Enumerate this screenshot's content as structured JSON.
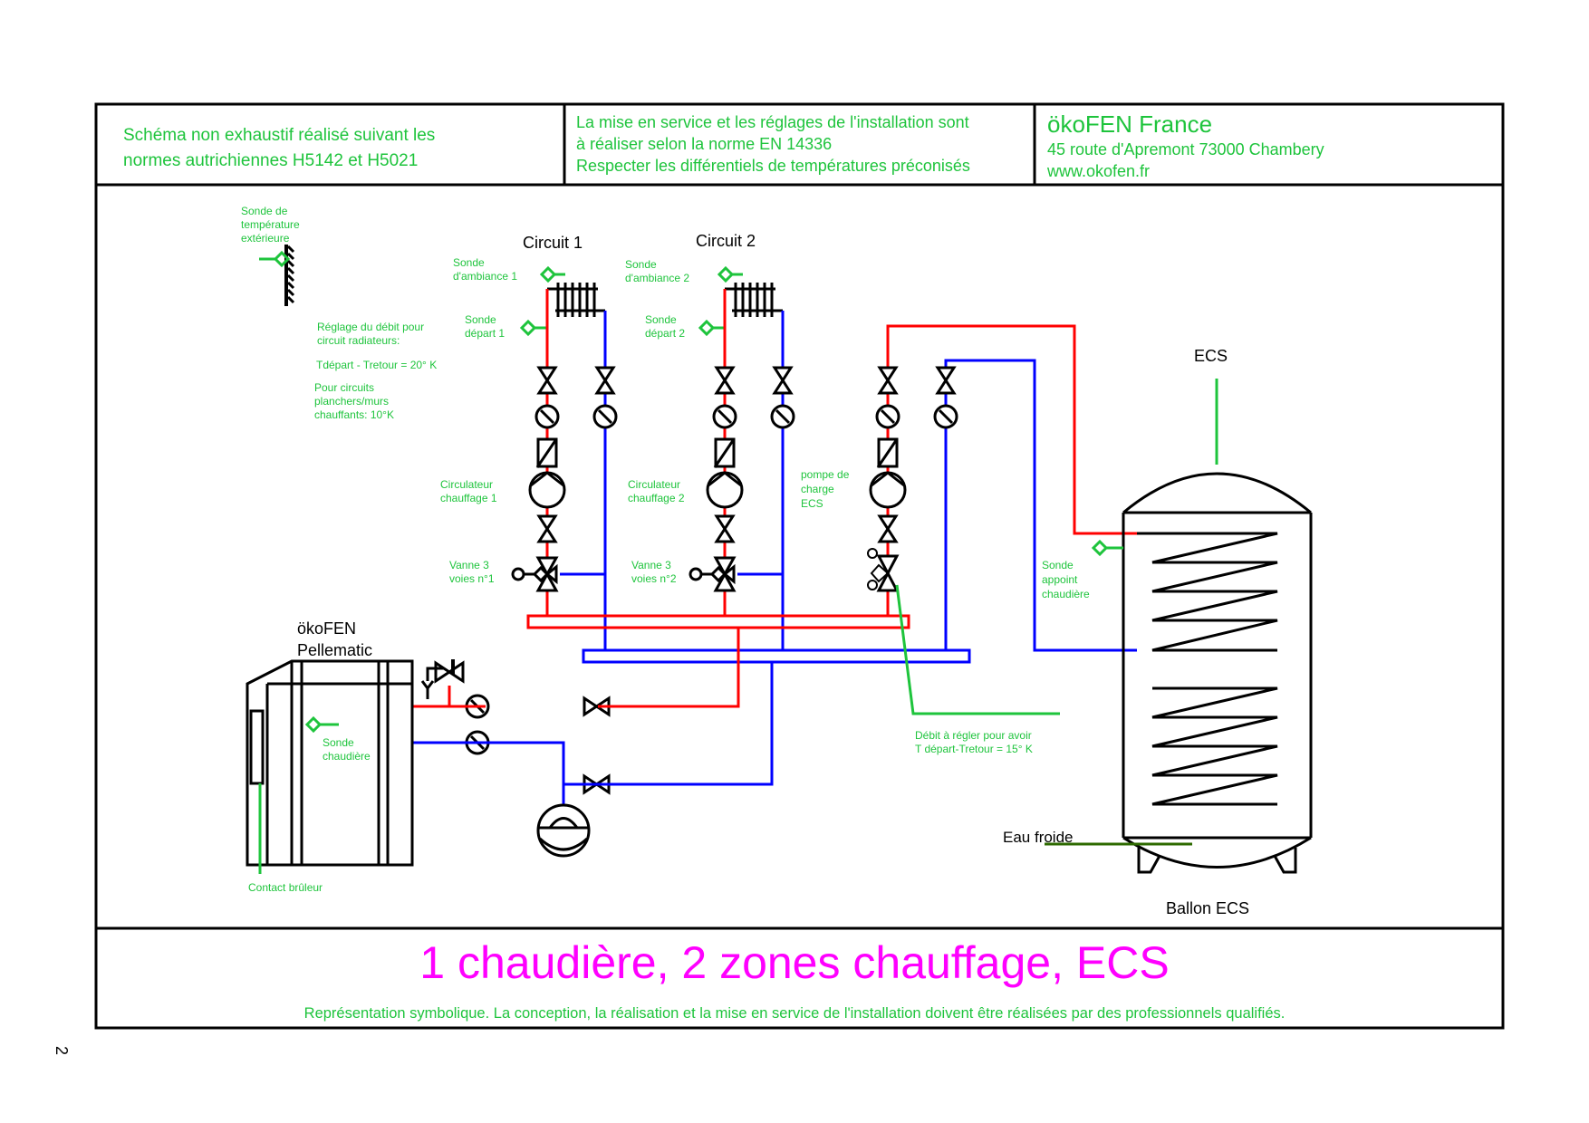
{
  "header": {
    "cell1": [
      "Schéma non exhaustif réalisé suivant les",
      "normes autrichiennes H5142 et H5021"
    ],
    "cell2": [
      "La mise en service et les réglages de l'installation sont",
      "à réaliser selon la norme EN 14336",
      "Respecter les différentiels de températures préconisés"
    ],
    "cell3": {
      "company": "ökoFEN France",
      "address": "45 route d'Apremont 73000 Chambery",
      "website": "www.okofen.fr"
    }
  },
  "labels": {
    "outdoor_sensor": [
      "Sonde de",
      "température",
      "extérieure"
    ],
    "circuit1": "Circuit 1",
    "circuit2": "Circuit 2",
    "room_sensor1": [
      "Sonde",
      "d'ambiance 1"
    ],
    "room_sensor2": [
      "Sonde",
      "d'ambiance 2"
    ],
    "flow_sensor1": [
      "Sonde",
      "départ 1"
    ],
    "flow_sensor2": [
      "Sonde",
      "départ 2"
    ],
    "flow_note": [
      "Réglage du débit pour",
      "circuit radiateurs:"
    ],
    "delta_note": "Tdépart - Tretour = 20° K",
    "floor_note": [
      "Pour circuits",
      "planchers/murs",
      "chauffants: 10°K"
    ],
    "pump1": [
      "Circulateur",
      "chauffage 1"
    ],
    "pump2": [
      "Circulateur",
      "chauffage 2"
    ],
    "pump_dhw": [
      "pompe de",
      "charge",
      "ECS"
    ],
    "valve1": [
      "Vanne 3",
      "voies n°1"
    ],
    "valve2": [
      "Vanne 3",
      "voies n°2"
    ],
    "boiler": [
      "ökoFEN",
      "Pellematic"
    ],
    "boiler_sensor": [
      "Sonde",
      "chaudière"
    ],
    "burner_contact": "Contact brûleur",
    "dhw_top": "ECS",
    "dhw_sensor": [
      "Sonde",
      "appoint",
      "chaudière"
    ],
    "flow_adjust": [
      "Débit à régler pour avoir",
      "T départ-Tretour = 15° K"
    ],
    "cold_water": "Eau froide",
    "tank": "Ballon ECS"
  },
  "footer": {
    "title": "1 chaudière, 2 zones chauffage, ECS",
    "disclaimer": "Représentation symbolique. La conception, la réalisation et la mise en service de l'installation doivent être réalisées par des professionnels qualifiés."
  },
  "page_number": "2",
  "colors": {
    "text_green": "#1ec43c",
    "title_magenta": "#ff00ff",
    "supply_red": "#ff0000",
    "return_blue": "#0000ff"
  }
}
